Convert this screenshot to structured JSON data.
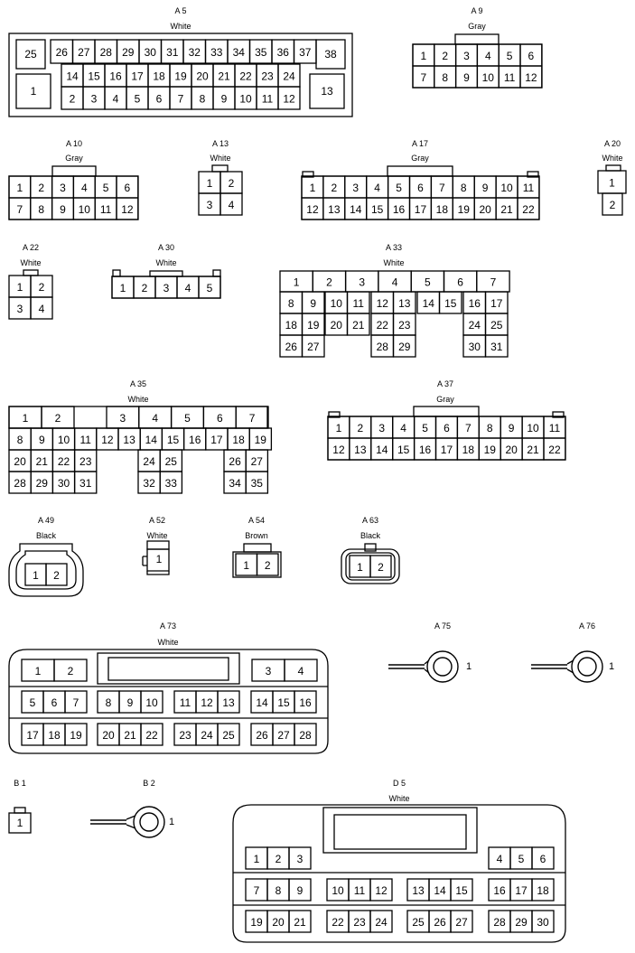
{
  "connectors": {
    "A5": {
      "name": "A 5",
      "color": "White"
    },
    "A9": {
      "name": "A 9",
      "color": "Gray"
    },
    "A10": {
      "name": "A 10",
      "color": "Gray"
    },
    "A13": {
      "name": "A 13",
      "color": "White"
    },
    "A17": {
      "name": "A 17",
      "color": "Gray"
    },
    "A20": {
      "name": "A 20",
      "color": "White"
    },
    "A22": {
      "name": "A 22",
      "color": "White"
    },
    "A30": {
      "name": "A 30",
      "color": "White"
    },
    "A33": {
      "name": "A 33",
      "color": "White"
    },
    "A35": {
      "name": "A 35",
      "color": "White"
    },
    "A37": {
      "name": "A 37",
      "color": "Gray"
    },
    "A49": {
      "name": "A 49",
      "color": "Black"
    },
    "A52": {
      "name": "A 52",
      "color": "White"
    },
    "A54": {
      "name": "A 54",
      "color": "Brown"
    },
    "A63": {
      "name": "A 63",
      "color": "Black"
    },
    "A73": {
      "name": "A 73",
      "color": "White"
    },
    "A75": {
      "name": "A 75",
      "terminal": "1"
    },
    "A76": {
      "name": "A 76",
      "terminal": "1"
    },
    "B1": {
      "name": "B 1",
      "terminal": "1"
    },
    "B2": {
      "name": "B 2",
      "terminal": "1"
    },
    "D5": {
      "name": "D 5",
      "color": "White"
    }
  }
}
